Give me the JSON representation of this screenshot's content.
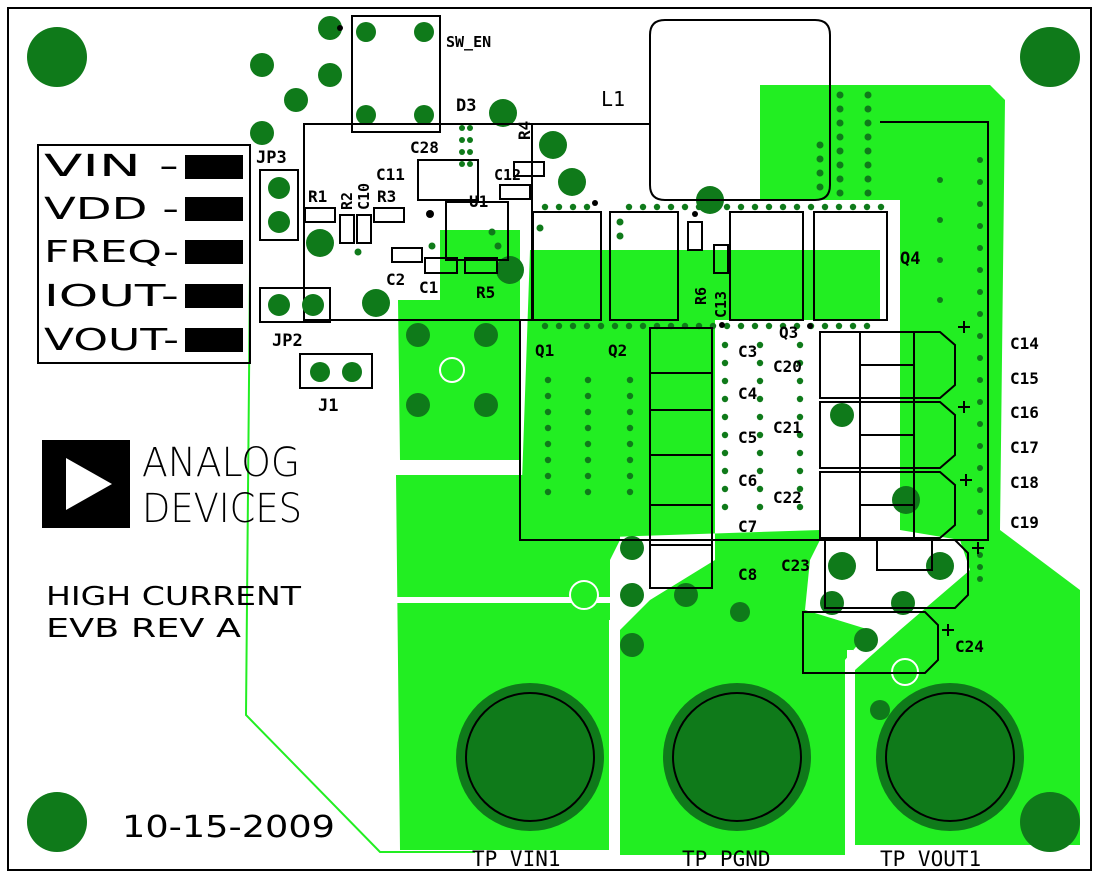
{
  "colors": {
    "copper": "#22ee22",
    "via": "#0f7a1a",
    "silkscreen": "#000000",
    "board": "#ffffff",
    "outline": "#22ee22"
  },
  "header_labels": {
    "vin": "VIN  -",
    "vdd": "VDD  -",
    "freq": "FREQ-",
    "iout": "IOUT-",
    "vout": "VOUT-"
  },
  "logo": {
    "line1": "ANALOG",
    "line2": "DEVICES"
  },
  "board_text": {
    "line1": "HIGH CURRENT",
    "line2": "EVB REV A",
    "date": "10-15-2009"
  },
  "designators": {
    "sw_en": "SW_EN",
    "d3": "D3",
    "l1": "L1",
    "r4": "R4",
    "jp3": "JP3",
    "c28": "C28",
    "c11": "C11",
    "r1": "R1",
    "r2": "R2",
    "c10": "C10",
    "r3": "R3",
    "c12": "C12",
    "u1": "U1",
    "c2": "C2",
    "c1": "C1",
    "r5": "R5",
    "r6": "R6",
    "c13": "C13",
    "q4": "Q4",
    "q1": "Q1",
    "q2": "Q2",
    "q3": "Q3",
    "c3": "C3",
    "c20": "C20",
    "c4": "C4",
    "c5": "C5",
    "c21": "C21",
    "c6": "C6",
    "c22": "C22",
    "c7": "C7",
    "c8": "C8",
    "c23": "C23",
    "c14": "C14",
    "c15": "C15",
    "c16": "C16",
    "c17": "C17",
    "c18": "C18",
    "c19": "C19",
    "c24": "C24",
    "jp2": "JP2",
    "j1": "J1",
    "tp_vin1": "TP_VIN1",
    "tp_pgnd": "TP_PGND",
    "tp_vout1": "TP_VOUT1"
  }
}
